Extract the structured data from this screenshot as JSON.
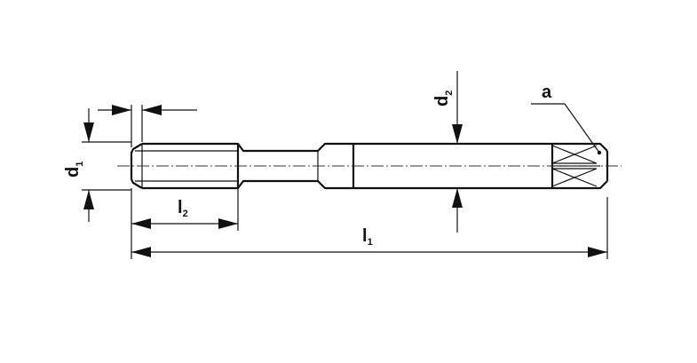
{
  "labels": {
    "d1": {
      "main": "d",
      "sub": "1"
    },
    "d2": {
      "main": "d",
      "sub": "2"
    },
    "l1": {
      "main": "l",
      "sub": "1"
    },
    "l2": {
      "main": "l",
      "sub": "2"
    },
    "a": "a"
  },
  "colors": {
    "line": "#111111",
    "background": "#ffffff"
  }
}
